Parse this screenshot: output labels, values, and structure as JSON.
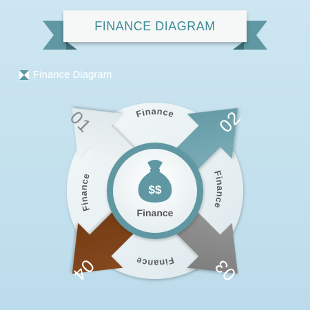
{
  "banner": {
    "title": "FINANCE DIAGRAM"
  },
  "legend": {
    "text": "Finance Diagram"
  },
  "ring": {
    "top": "Finance",
    "right": "Finance",
    "bottom": "Finance",
    "left": "Finance"
  },
  "center": {
    "label": "Finance",
    "icon_text": "$$"
  },
  "arrows": [
    {
      "number": "01",
      "color": "#eef3f4"
    },
    {
      "number": "02",
      "color": "#6fa3ae"
    },
    {
      "number": "03",
      "color": "#8a8a8a"
    },
    {
      "number": "04",
      "color": "#7a4018"
    }
  ]
}
